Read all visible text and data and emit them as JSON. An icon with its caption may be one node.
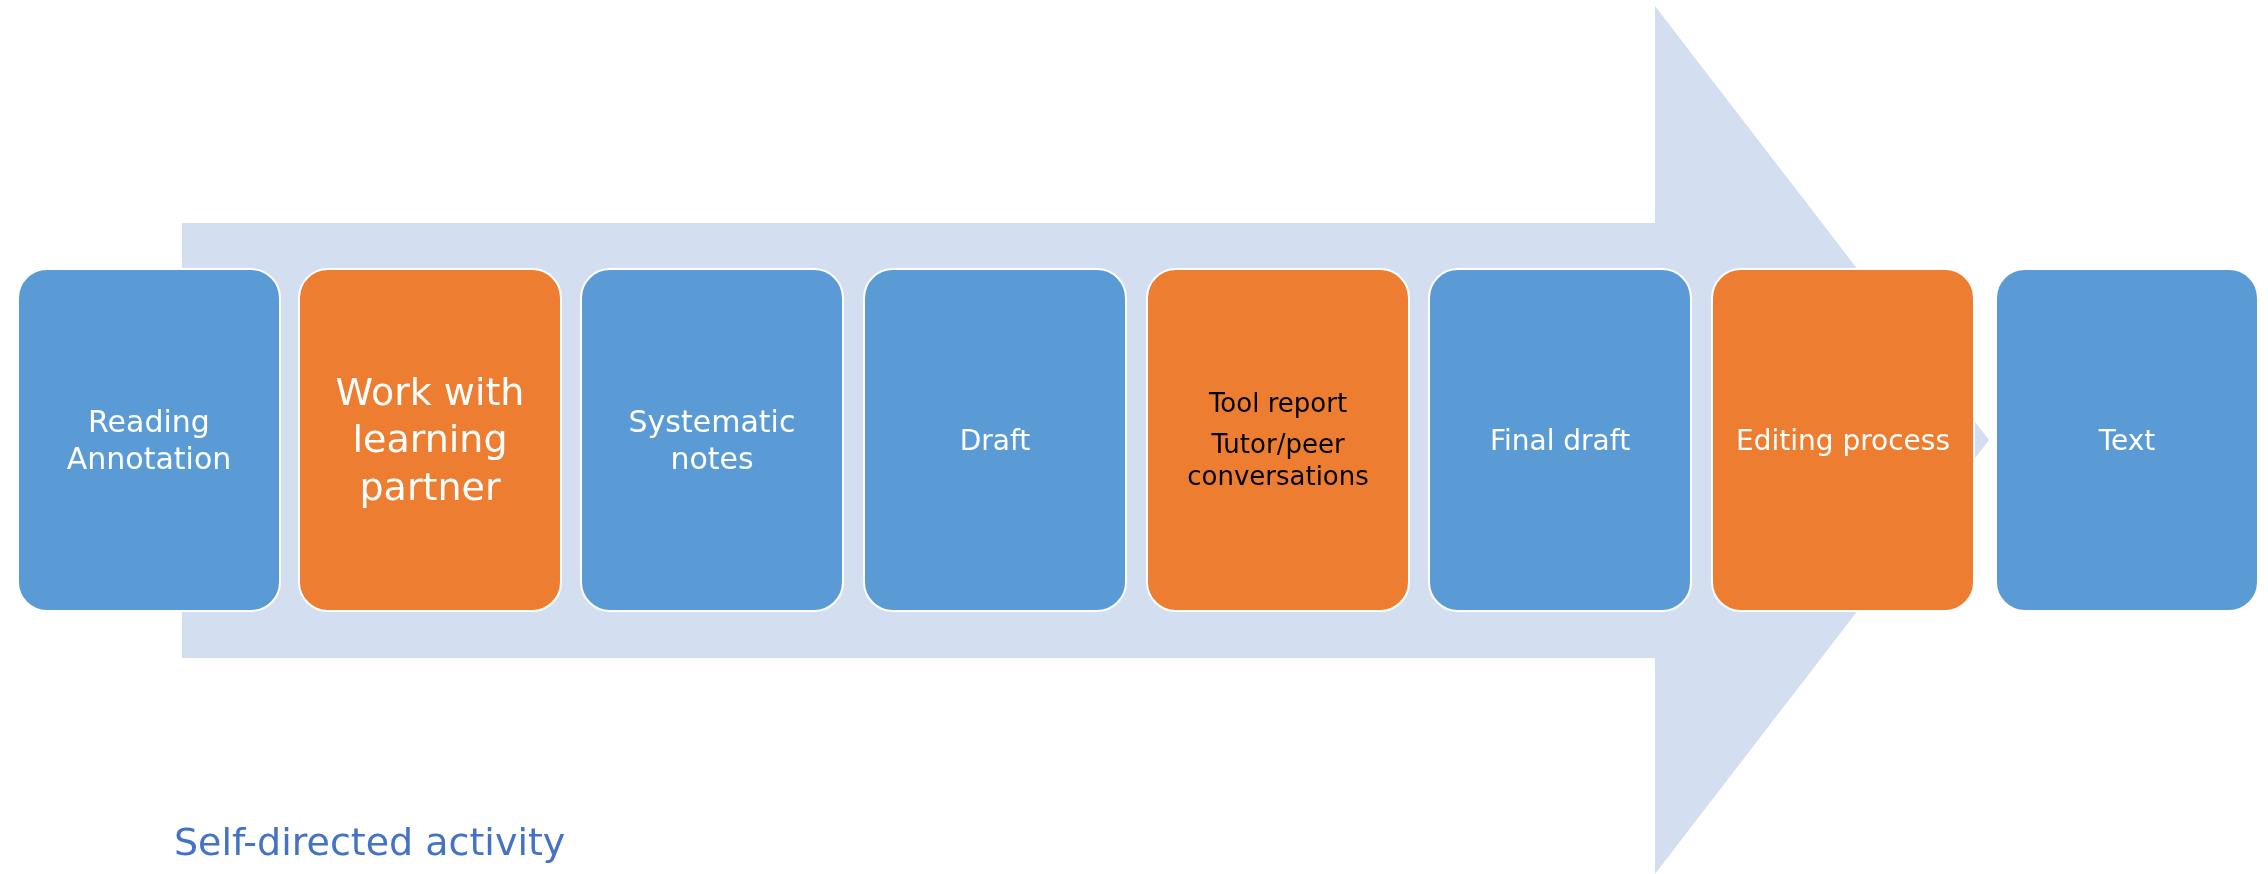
{
  "diagram": {
    "nodes": [
      {
        "text": [],
        "shape": "arrow"
      },
      {
        "text": [
          "Reading Annotation"
        ]
      },
      {
        "text": [
          "Work with learning partner"
        ],
        "in": 0
      },
      {
        "text": [
          "Systematic notes"
        ],
        "in": 0
      },
      {
        "text": [
          "Draft"
        ],
        "in": 0
      },
      {
        "text": [
          "Tool report",
          "Tutor/peer conversations"
        ],
        "in": 0
      },
      {
        "text": [
          "Final draft"
        ],
        "in": 0
      },
      {
        "text": [
          "Editing process"
        ],
        "in": 0
      },
      {
        "text": [
          "Text"
        ]
      }
    ],
    "labels": [
      "Self-directed activity"
    ]
  }
}
